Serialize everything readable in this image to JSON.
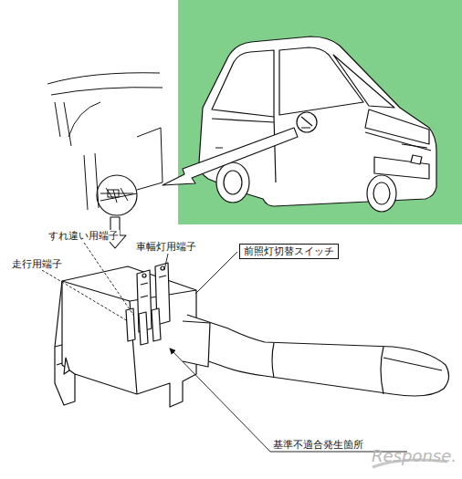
{
  "diagram": {
    "nodes": [
      {
        "text": [
          "前照灯切替スイッチ"
        ]
      }
    ],
    "labels": [
      "すれ違い用端子",
      "車幅灯用端子",
      "走行用端子",
      "基準不適合発生箇所",
      "Response."
    ]
  }
}
